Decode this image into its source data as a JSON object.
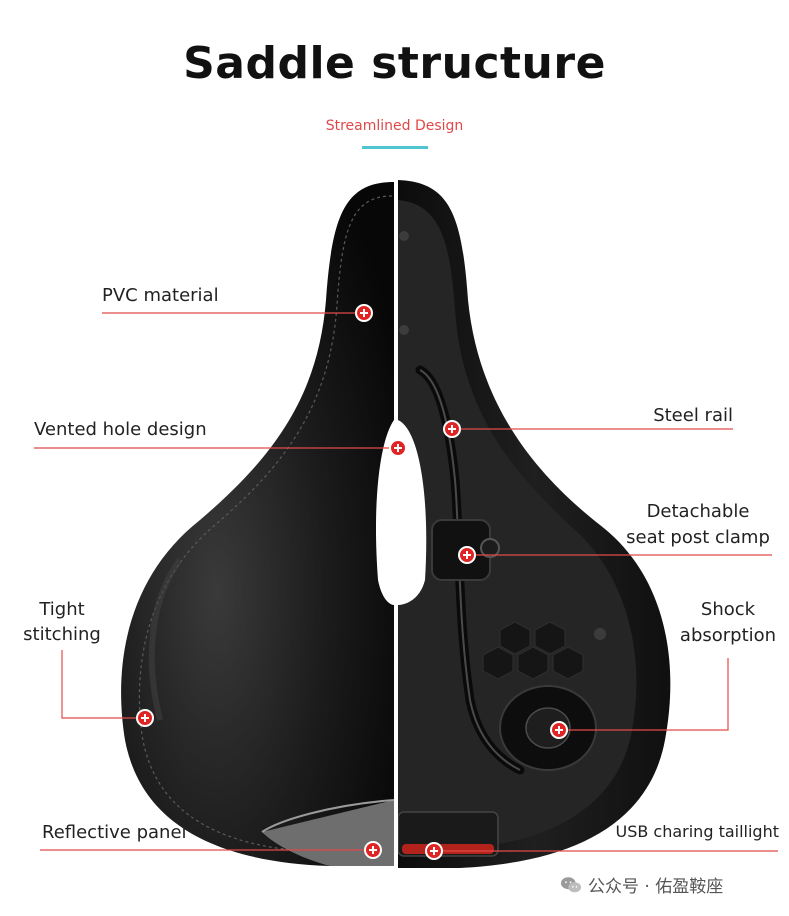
{
  "title": "Saddle structure",
  "subtitle": "Streamlined Design",
  "callouts": {
    "pvc": "PVC material",
    "vented": "Vented hole design",
    "stitching_line1": "Tight",
    "stitching_line2": "stitching",
    "reflective": "Reflective panel",
    "steel_rail": "Steel rail",
    "clamp_line1": "Detachable",
    "clamp_line2": "seat post clamp",
    "shock_line1": "Shock",
    "shock_line2": "absorption",
    "usb": "USB charing taillight"
  },
  "watermark": "公众号 · 佑盈鞍座",
  "colors": {
    "leader_line": "#e24a4a",
    "marker": "#e02424",
    "accent_bar": "#4fc6cf",
    "saddle": "#141414"
  }
}
